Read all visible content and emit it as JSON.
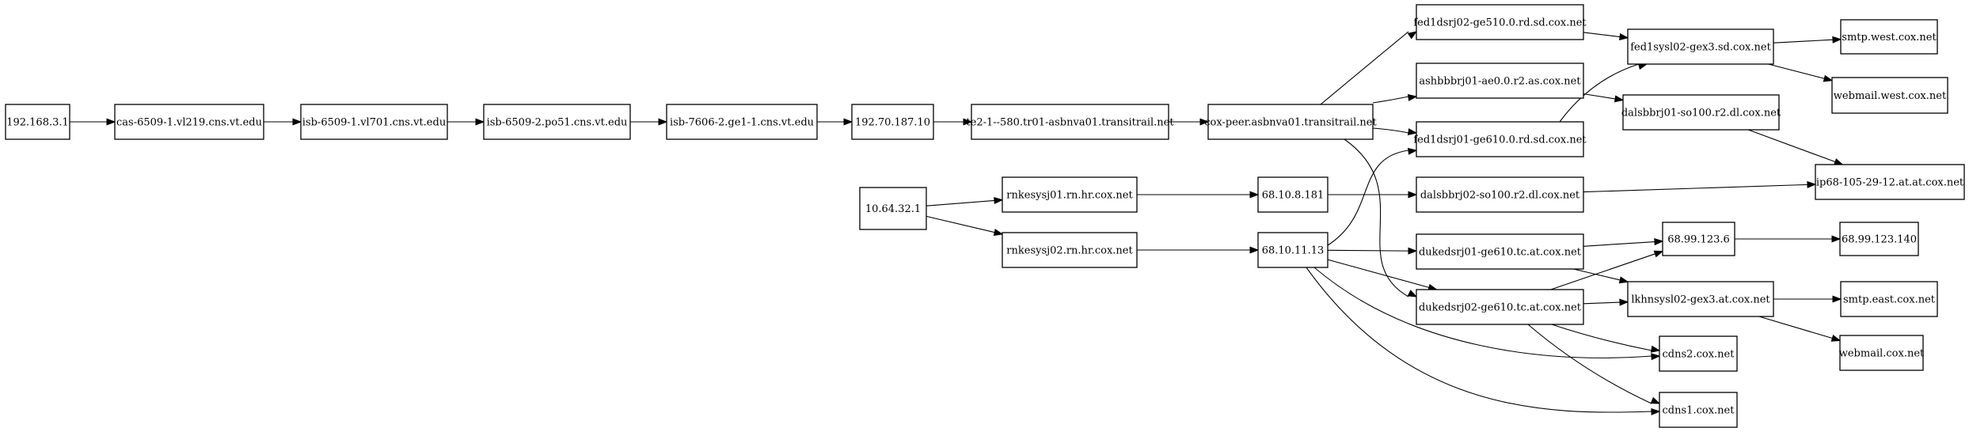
{
  "nodes": [
    {
      "id": "n_192_168_3_1",
      "label": "192.168.3.1"
    },
    {
      "id": "n_cas",
      "label": "cas-6509-1.vl219.cns.vt.edu"
    },
    {
      "id": "n_isb1",
      "label": "isb-6509-1.vl701.cns.vt.edu"
    },
    {
      "id": "n_isb2",
      "label": "isb-6509-2.po51.cns.vt.edu"
    },
    {
      "id": "n_isb7606",
      "label": "isb-7606-2.ge1-1.cns.vt.edu"
    },
    {
      "id": "n_192_70",
      "label": "192.70.187.10"
    },
    {
      "id": "n_te2",
      "label": "te2-1--580.tr01-asbnva01.transitrail.net"
    },
    {
      "id": "n_coxpeer",
      "label": "cox-peer.asbnva01.transitrail.net"
    },
    {
      "id": "n_fed1dsrj02",
      "label": "fed1dsrj02-ge510.0.rd.sd.cox.net"
    },
    {
      "id": "n_ashbbbrj01",
      "label": "ashbbbrj01-ae0.0.r2.as.cox.net"
    },
    {
      "id": "n_fed1dsrj01",
      "label": "fed1dsrj01-ge610.0.rd.sd.cox.net"
    },
    {
      "id": "n_fed1sysl02",
      "label": "fed1sysl02-gex3.sd.cox.net"
    },
    {
      "id": "n_dalsbbrj01",
      "label": "dalsbbrj01-so100.r2.dl.cox.net"
    },
    {
      "id": "n_smtpwest",
      "label": "smtp.west.cox.net"
    },
    {
      "id": "n_webmailwest",
      "label": "webmail.west.cox.net"
    },
    {
      "id": "n_ip68",
      "label": "ip68-105-29-12.at.at.cox.net"
    },
    {
      "id": "n_10_64",
      "label": "10.64.32.1"
    },
    {
      "id": "n_rnkesysj01",
      "label": "rnkesysj01.rn.hr.cox.net"
    },
    {
      "id": "n_rnkesysj02",
      "label": "rnkesysj02.rn.hr.cox.net"
    },
    {
      "id": "n_68_10_8",
      "label": "68.10.8.181"
    },
    {
      "id": "n_68_10_11",
      "label": "68.10.11.13"
    },
    {
      "id": "n_dalsbbrj02",
      "label": "dalsbbrj02-so100.r2.dl.cox.net"
    },
    {
      "id": "n_dukedsrj01",
      "label": "dukedsrj01-ge610.tc.at.cox.net"
    },
    {
      "id": "n_dukedsrj02",
      "label": "dukedsrj02-ge610.tc.at.cox.net"
    },
    {
      "id": "n_68_99_6",
      "label": "68.99.123.6"
    },
    {
      "id": "n_68_99_140",
      "label": "68.99.123.140"
    },
    {
      "id": "n_lkhnsysl02",
      "label": "lkhnsysl02-gex3.at.cox.net"
    },
    {
      "id": "n_smtpeast",
      "label": "smtp.east.cox.net"
    },
    {
      "id": "n_webmail",
      "label": "webmail.cox.net"
    },
    {
      "id": "n_cdns2",
      "label": "cdns2.cox.net"
    },
    {
      "id": "n_cdns1",
      "label": "cdns1.cox.net"
    }
  ],
  "edges": [
    {
      "from": "n_192_168_3_1",
      "to": "n_cas"
    },
    {
      "from": "n_cas",
      "to": "n_isb1"
    },
    {
      "from": "n_isb1",
      "to": "n_isb2"
    },
    {
      "from": "n_isb2",
      "to": "n_isb7606"
    },
    {
      "from": "n_isb7606",
      "to": "n_192_70"
    },
    {
      "from": "n_192_70",
      "to": "n_te2"
    },
    {
      "from": "n_te2",
      "to": "n_coxpeer"
    },
    {
      "from": "n_coxpeer",
      "to": "n_fed1dsrj02"
    },
    {
      "from": "n_coxpeer",
      "to": "n_ashbbbrj01"
    },
    {
      "from": "n_coxpeer",
      "to": "n_fed1dsrj01"
    },
    {
      "from": "n_coxpeer",
      "to": "n_dukedsrj02"
    },
    {
      "from": "n_fed1dsrj02",
      "to": "n_fed1sysl02"
    },
    {
      "from": "n_fed1dsrj01",
      "to": "n_fed1sysl02"
    },
    {
      "from": "n_fed1sysl02",
      "to": "n_smtpwest"
    },
    {
      "from": "n_fed1sysl02",
      "to": "n_webmailwest"
    },
    {
      "from": "n_ashbbbrj01",
      "to": "n_dalsbbrj01"
    },
    {
      "from": "n_dalsbbrj01",
      "to": "n_ip68"
    },
    {
      "from": "n_10_64",
      "to": "n_rnkesysj01"
    },
    {
      "from": "n_10_64",
      "to": "n_rnkesysj02"
    },
    {
      "from": "n_rnkesysj01",
      "to": "n_68_10_8"
    },
    {
      "from": "n_rnkesysj02",
      "to": "n_68_10_11"
    },
    {
      "from": "n_68_10_8",
      "to": "n_dalsbbrj02"
    },
    {
      "from": "n_dalsbbrj02",
      "to": "n_ip68"
    },
    {
      "from": "n_68_10_11",
      "to": "n_fed1dsrj01"
    },
    {
      "from": "n_68_10_11",
      "to": "n_dukedsrj01"
    },
    {
      "from": "n_68_10_11",
      "to": "n_dukedsrj02"
    },
    {
      "from": "n_68_10_11",
      "to": "n_cdns2"
    },
    {
      "from": "n_68_10_11",
      "to": "n_cdns1"
    },
    {
      "from": "n_dukedsrj01",
      "to": "n_68_99_6"
    },
    {
      "from": "n_dukedsrj01",
      "to": "n_lkhnsysl02"
    },
    {
      "from": "n_dukedsrj02",
      "to": "n_68_99_6"
    },
    {
      "from": "n_dukedsrj02",
      "to": "n_lkhnsysl02"
    },
    {
      "from": "n_dukedsrj02",
      "to": "n_cdns2"
    },
    {
      "from": "n_dukedsrj02",
      "to": "n_cdns1"
    },
    {
      "from": "n_68_99_6",
      "to": "n_68_99_140"
    },
    {
      "from": "n_lkhnsysl02",
      "to": "n_smtpeast"
    },
    {
      "from": "n_lkhnsysl02",
      "to": "n_webmail"
    }
  ]
}
